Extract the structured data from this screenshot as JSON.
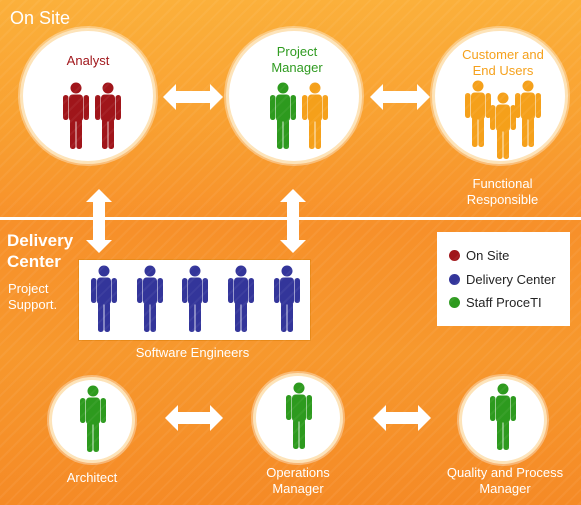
{
  "colors": {
    "on_site": "#a0151a",
    "delivery": "#33359a",
    "staff": "#2d9a1e",
    "customer": "#f5a01a"
  },
  "sections": {
    "on_site": "On Site",
    "delivery_center": "Delivery Center",
    "project_support": "Project Support."
  },
  "roles": {
    "analyst": "Analyst",
    "project_manager": "Project Manager",
    "customer": "Customer and End Users",
    "functional": "Functional Responsible",
    "software_engineers": "Software Engineers",
    "architect": "Architect",
    "operations": "Operations Manager",
    "quality": "Quality and Process Manager"
  },
  "legend": [
    {
      "label": "On Site",
      "color": "#a0151a"
    },
    {
      "label": "Delivery Center",
      "color": "#33359a"
    },
    {
      "label": "Staff ProceTI",
      "color": "#2d9a1e"
    }
  ]
}
